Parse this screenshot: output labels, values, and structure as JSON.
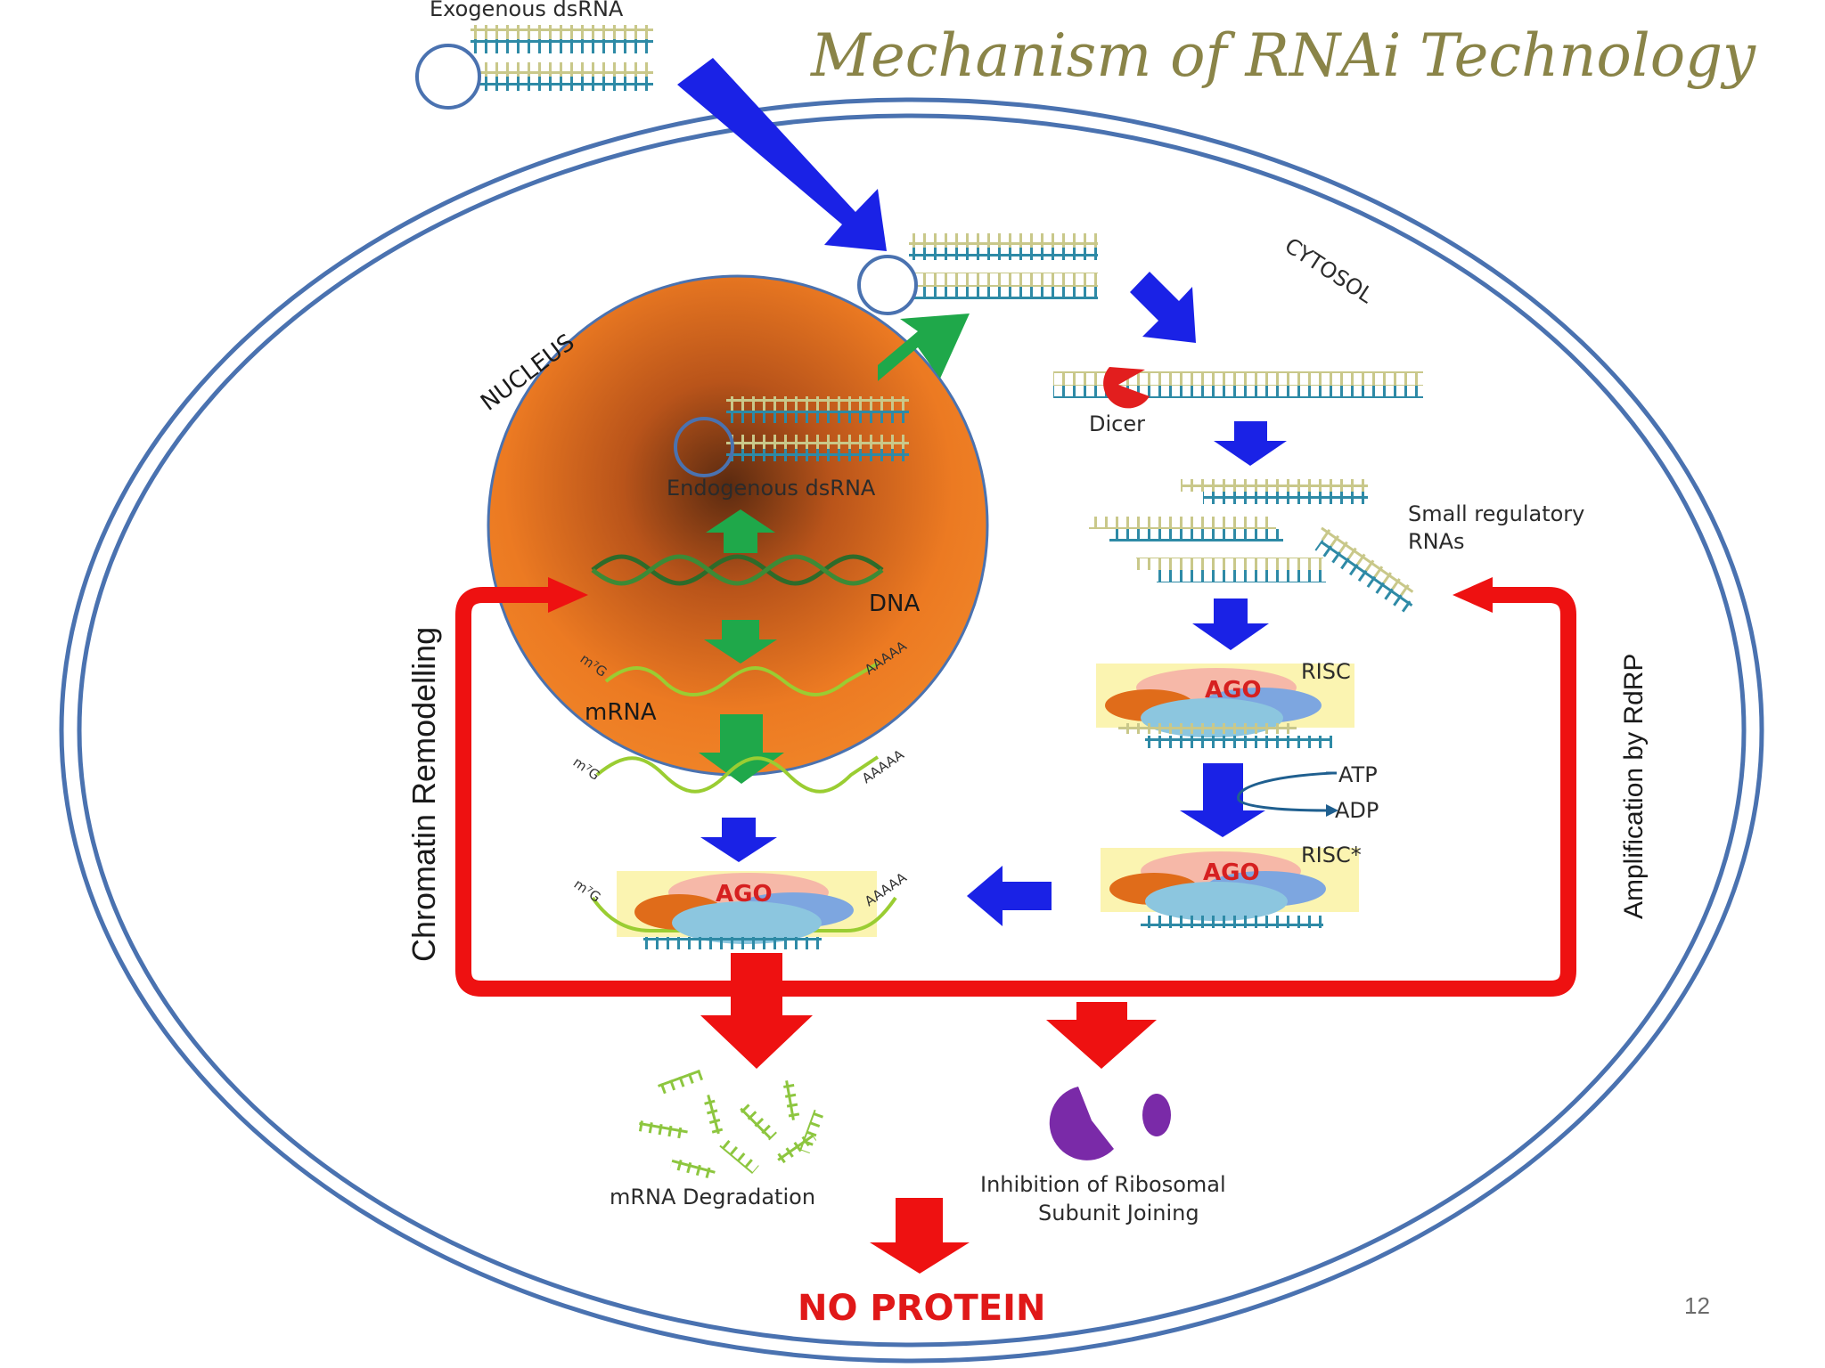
{
  "slide": {
    "title": "Mechanism of RNAi Technology",
    "page_number": "12"
  },
  "labels": {
    "exogenous_dsrna": "Exogenous dsRNA",
    "cytosol": "CYTOSOL",
    "nucleus": "NUCLEUS",
    "endogenous_dsrna": "Endogenous dsRNA",
    "dna": "DNA",
    "mrna": "mRNA",
    "cap": "m⁷G",
    "polya": "AAAAA",
    "dicer": "Dicer",
    "small_rnas_line1": "Small regulatory",
    "small_rnas_line2": "RNAs",
    "risc": "RISC",
    "risc_active": "RISC*",
    "ago": "AGO",
    "atp": "ATP",
    "adp": "ADP",
    "chromatin": "Chromatin Remodelling",
    "amplification": "Amplification by RdRP",
    "mrna_degradation": "mRNA Degradation",
    "ribosome_line1": "Inhibition of  Ribosomal",
    "ribosome_line2": "Subunit Joining",
    "no_protein": "NO PROTEIN"
  },
  "colors": {
    "blue_arrow": "#1a22e6",
    "green_arrow": "#1fa84a",
    "red_arrow": "#ee1111",
    "nucleus": "#e8721c",
    "cell_membrane": "#4a72b0",
    "title": "#8a8448",
    "ribosome": "#7a2aa8"
  }
}
